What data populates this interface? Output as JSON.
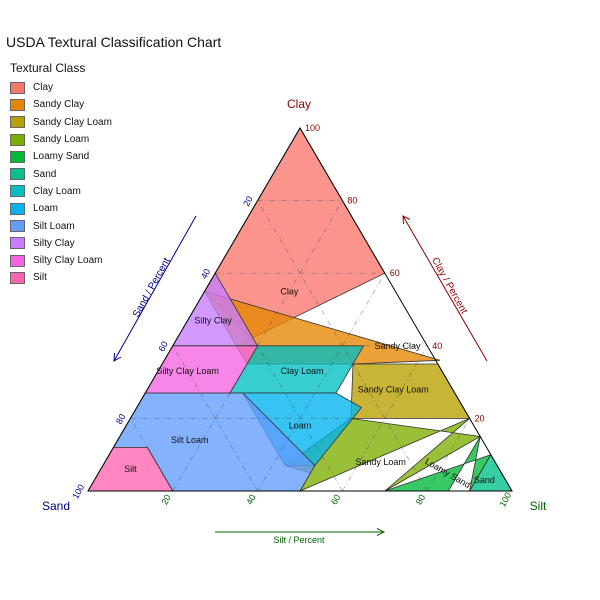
{
  "chart_data": {
    "type": "ternary",
    "title": "USDA Textural Classification Chart",
    "legend_title": "Textural Class",
    "legend_position": "top-left",
    "grid": true,
    "axes": {
      "clay": {
        "label": "Clay",
        "title": "Clay / Percent",
        "color": "#8B0000",
        "ticks": [
          20,
          40,
          60,
          80,
          100
        ],
        "range": [
          0,
          100
        ]
      },
      "sand": {
        "label": "Sand",
        "title": "Sand / Percent",
        "color": "#00008B",
        "ticks": [
          20,
          40,
          60,
          80,
          100
        ],
        "range": [
          0,
          100
        ]
      },
      "silt": {
        "label": "Silt",
        "title": "Silt / Percent",
        "color": "#006400",
        "ticks": [
          20,
          40,
          60,
          80,
          100
        ],
        "range": [
          0,
          100
        ]
      }
    },
    "classes": [
      {
        "name": "Clay",
        "color": "#F8766D",
        "label_at": [
          55,
          20
        ],
        "polygon": [
          [
            100,
            0
          ],
          [
            55,
            0
          ],
          [
            40,
            20
          ],
          [
            40,
            15
          ],
          [
            60,
            40
          ]
        ]
      },
      {
        "name": "Sandy Clay",
        "color": "#E58700",
        "label_at": [
          40,
          53
        ],
        "polygon": [
          [
            55,
            0
          ],
          [
            35,
            20
          ],
          [
            35,
            45
          ],
          [
            36,
            65
          ]
        ]
      },
      {
        "name": "Sandy Clay Loam",
        "color": "#B8A000",
        "label_at": [
          28,
          58
        ],
        "polygon": [
          [
            35,
            45
          ],
          [
            20,
            52
          ],
          [
            20,
            80
          ],
          [
            27,
            73
          ],
          [
            35,
            65
          ]
        ]
      },
      {
        "name": "Sandy Loam",
        "color": "#7CAE00",
        "label_at": [
          8,
          65
        ],
        "polygon": [
          [
            20,
            80
          ],
          [
            0,
            50
          ],
          [
            5,
            50
          ],
          [
            7,
            43
          ],
          [
            20,
            52
          ],
          [
            15,
            85
          ],
          [
            0,
            70
          ]
        ]
      },
      {
        "name": "Loamy Sand",
        "color": "#00BA38",
        "label_at": [
          5,
          82
        ],
        "polygon": [
          [
            15,
            85
          ],
          [
            0,
            85
          ],
          [
            0,
            70
          ],
          [
            10,
            90
          ],
          [
            0,
            90
          ]
        ]
      },
      {
        "name": "Sand",
        "color": "#00C08B",
        "label_at": [
          3,
          92
        ],
        "polygon": [
          [
            10,
            90
          ],
          [
            0,
            100
          ],
          [
            0,
            90
          ]
        ]
      },
      {
        "name": "Clay Loam",
        "color": "#00BFC4",
        "label_at": [
          33,
          34
        ],
        "polygon": [
          [
            40,
            20
          ],
          [
            27,
            20
          ],
          [
            27,
            45
          ],
          [
            40,
            45
          ],
          [
            40,
            15
          ]
        ]
      },
      {
        "name": "Loam",
        "color": "#00B4F0",
        "label_at": [
          18,
          41
        ],
        "polygon": [
          [
            27,
            45
          ],
          [
            27,
            23
          ],
          [
            7,
            43
          ],
          [
            7,
            50
          ],
          [
            23,
            53
          ]
        ]
      },
      {
        "name": "Silt Loam",
        "color": "#619CFF",
        "label_at": [
          14,
          17
        ],
        "polygon": [
          [
            27,
            0
          ],
          [
            27,
            23
          ],
          [
            7,
            50
          ],
          [
            0,
            50
          ],
          [
            0,
            20
          ],
          [
            12,
            8
          ],
          [
            12,
            0
          ]
        ]
      },
      {
        "name": "Silty Clay",
        "color": "#C77CFF",
        "label_at": [
          47,
          6
        ],
        "polygon": [
          [
            60,
            0
          ],
          [
            40,
            0
          ],
          [
            40,
            20
          ]
        ]
      },
      {
        "name": "Silty Clay Loam",
        "color": "#F564E3",
        "label_at": [
          33,
          7
        ],
        "polygon": [
          [
            40,
            0
          ],
          [
            27,
            0
          ],
          [
            27,
            20
          ],
          [
            40,
            20
          ]
        ]
      },
      {
        "name": "Silt",
        "color": "#FF64B0",
        "label_at": [
          6,
          7
        ],
        "polygon": [
          [
            12,
            0
          ],
          [
            0,
            0
          ],
          [
            0,
            20
          ],
          [
            12,
            8
          ]
        ]
      }
    ]
  }
}
